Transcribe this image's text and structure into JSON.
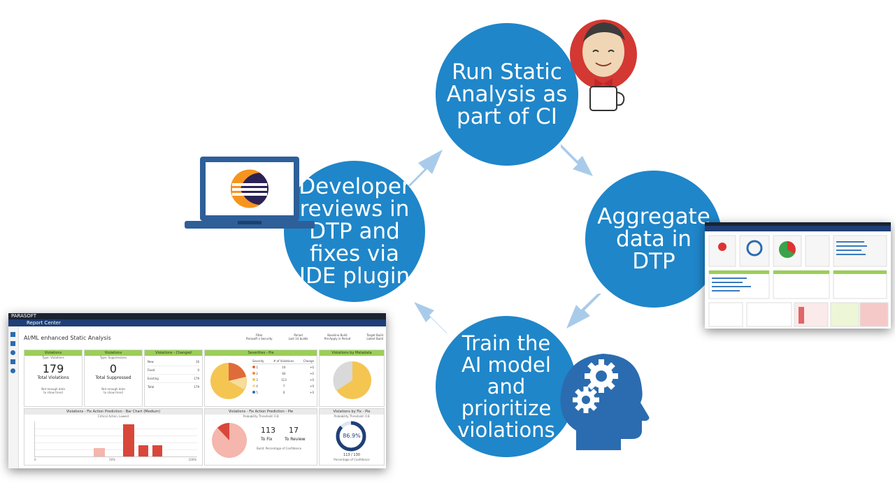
{
  "diagram": {
    "steps": [
      {
        "id": "run",
        "label": "Run Static\nAnalysis as\npart of CI"
      },
      {
        "id": "aggregate",
        "label": "Aggregate\ndata in\nDTP"
      },
      {
        "id": "train",
        "label": "Train the\nAI model\nand\nprioritize\nviolations"
      },
      {
        "id": "review",
        "label": "Developer\nreviews in\nDTP and\nfixes via\nIDE plugin"
      }
    ],
    "colors": {
      "circle": "#1f86c9",
      "arrow": "#a9cbea",
      "icon": "#2b6cb0"
    },
    "icons": [
      "jenkins-butler-icon",
      "laptop-eclipse-icon",
      "ai-brain-gears-icon",
      "dtp-dashboard-thumbnail"
    ]
  },
  "screenshot": {
    "brand": "PARASOFT",
    "nav_title": "Report Center",
    "page_title": "AI/ML enhanced Static Analysis",
    "filters": [
      [
        "Filter",
        "Parasoft x Security"
      ],
      [
        "Period",
        "Last 14 builds"
      ],
      [
        "Baseline Build",
        "Pre-Apply in Period"
      ],
      [
        "Target Build",
        "Latest Build"
      ]
    ],
    "panels": {
      "violations": {
        "title": "Violations",
        "sub": "Type: Violations",
        "value": "179",
        "caption": "Total Violations",
        "note1": "Not enough data",
        "note2": "to show trend"
      },
      "suppressed": {
        "title": "Violations",
        "sub": "Type: Suppressions",
        "value": "0",
        "caption": "Total Suppressed",
        "note1": "Not enough data",
        "note2": "to show trend"
      },
      "changed": {
        "title": "Violations - Changed",
        "rows": [
          [
            "New",
            "16"
          ],
          [
            "Fixed",
            "0"
          ],
          [
            "Existing",
            "179"
          ],
          [
            "Total",
            "179"
          ]
        ]
      },
      "severities": {
        "title": "Severities - Pie",
        "header": [
          "Severity",
          "# of Violations",
          "Change"
        ],
        "rows": [
          [
            "1",
            "16",
            "+0"
          ],
          [
            "2",
            "60",
            "+0"
          ],
          [
            "3",
            "113",
            "+0"
          ],
          [
            "4",
            "7",
            "+0"
          ],
          [
            "5",
            "0",
            "+0"
          ]
        ]
      },
      "by_metadata": {
        "title": "Violations by Metadata"
      },
      "bar": {
        "title": "Violations - Fix Action Prediction - Bar Chart (Medium)",
        "sub": "Critical Action, Lowest",
        "x_labels": [
          "0",
          "50%",
          "100%"
        ]
      },
      "fix_action": {
        "title": "Violations - Fix Action Prediction - Pie",
        "sub": "Probability Threshold: 0.8",
        "to_fix_value": "113",
        "to_fix_label": "To Fix",
        "to_review_value": "17",
        "to_review_label": "To Review",
        "footer": "Build: Percentage of Confidence"
      },
      "gauge": {
        "title": "Violations by Fix - Pie",
        "sub": "Probability Threshold: 0.8",
        "value": "86.9%",
        "count": "113 / 130",
        "footer": "Percentage of Confidence"
      }
    }
  }
}
